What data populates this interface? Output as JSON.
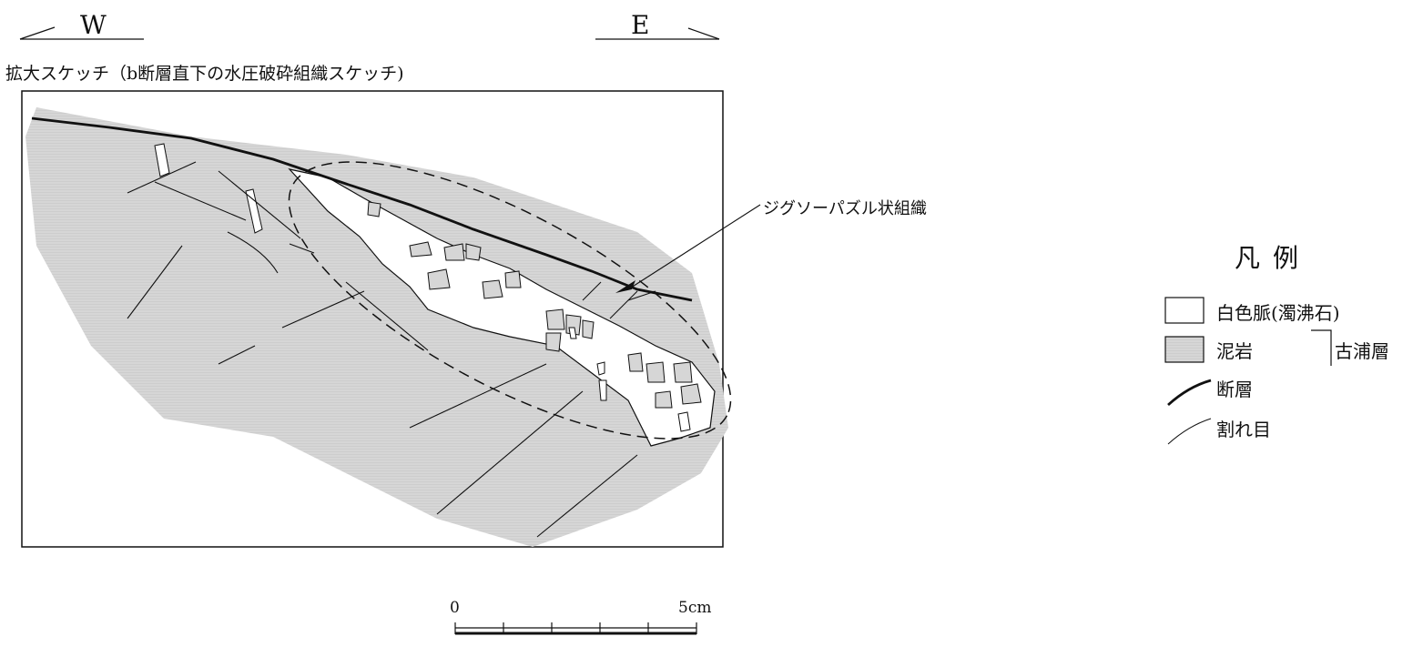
{
  "orientation": {
    "west": "W",
    "east": "E"
  },
  "caption": "拡大スケッチ（b断層直下の水圧破砕組織スケッチ)",
  "callout": "ジグソーパズル状組織",
  "legend": {
    "title": "凡例",
    "items": [
      {
        "id": "white_vein",
        "label": "白色脈(濁沸石)",
        "swatch": "#ffffff"
      },
      {
        "id": "mudstone",
        "label": "泥岩",
        "swatch": "#d4d4d4"
      },
      {
        "id": "fault",
        "label": "断層",
        "symbol": "thick-line"
      },
      {
        "id": "fracture",
        "label": "割れ目",
        "symbol": "thin-line"
      }
    ],
    "formation": "古浦層"
  },
  "scale": {
    "start": "0",
    "end": "5cm"
  },
  "colors": {
    "mudstone": "#d4d4d4",
    "line": "#111111"
  }
}
